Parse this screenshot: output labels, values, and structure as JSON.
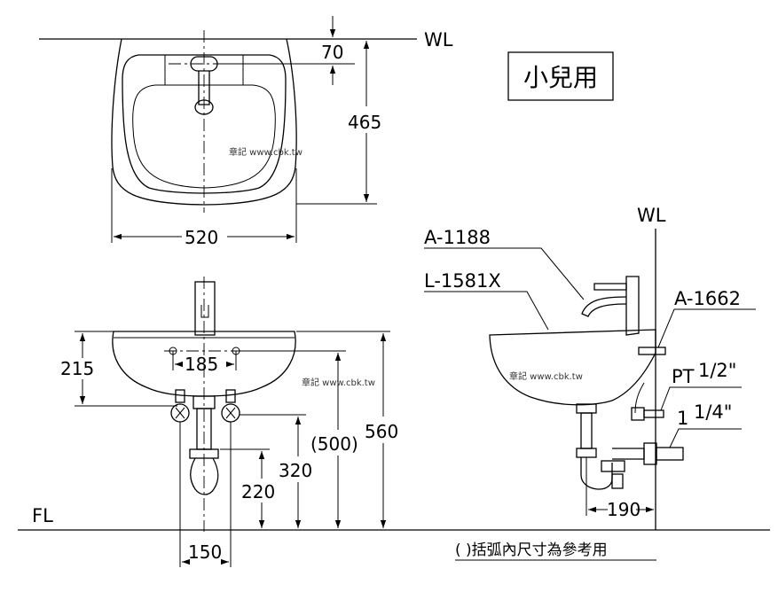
{
  "plan_view": {
    "wl": "WL",
    "dim_top": "70",
    "dim_height": "465",
    "dim_width": "520",
    "watermark": "章記 www.cbk.tw"
  },
  "badge": {
    "text": "小兒用"
  },
  "front_view": {
    "dim_215": "215",
    "dim_185": "185",
    "dim_500": "(500)",
    "dim_560": "560",
    "dim_320": "320",
    "dim_220": "220",
    "dim_150": "150",
    "fl": "FL",
    "watermark": "章記 www.cbk.tw"
  },
  "side_view": {
    "wl": "WL",
    "part_faucet": "A-1188",
    "part_basin": "L-1581X",
    "part_hanger": "A-1662",
    "pt_label": "PT",
    "pt_fraction": "1/2\"",
    "drain_whole": "1",
    "drain_fraction": "1/4\"",
    "dim_190": "190",
    "watermark": "章記 www.cbk.tw"
  },
  "note": {
    "text": "(  )括弧內尺寸為參考用"
  }
}
